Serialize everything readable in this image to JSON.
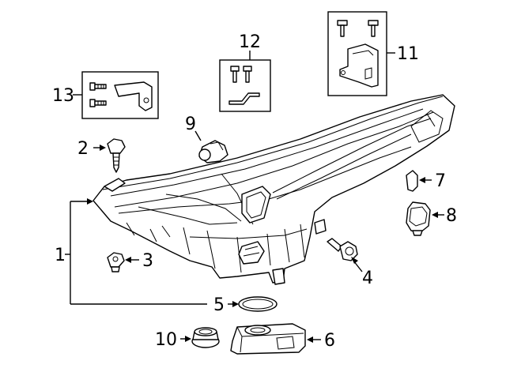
{
  "callouts": {
    "c1": "1",
    "c2": "2",
    "c3": "3",
    "c4": "4",
    "c5": "5",
    "c6": "6",
    "c7": "7",
    "c8": "8",
    "c9": "9",
    "c10": "10",
    "c11": "11",
    "c12": "12",
    "c13": "13"
  },
  "colors": {
    "line": "#000000",
    "background": "#ffffff"
  }
}
